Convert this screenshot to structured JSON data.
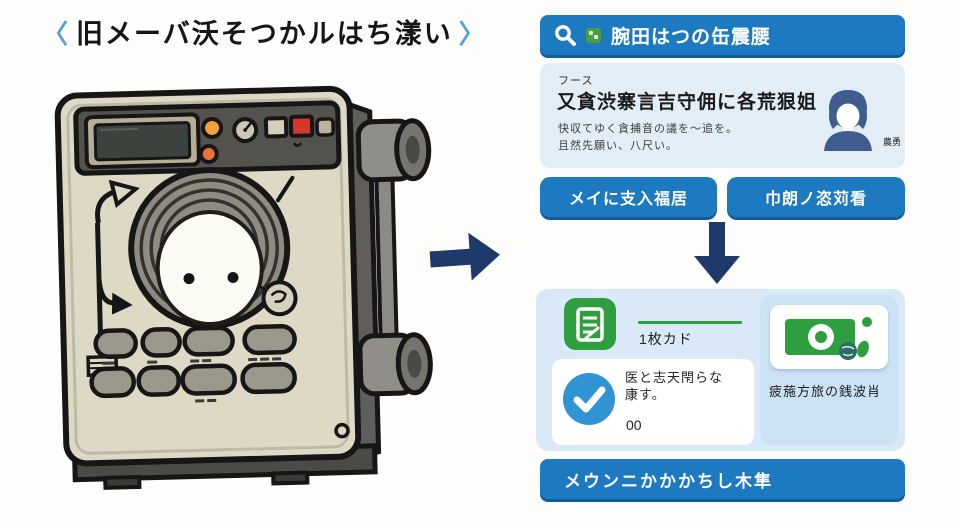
{
  "title": {
    "left_chevron": "〈",
    "text": "旧メーバ沃そつかルはち漾い",
    "right_chevron": "〉"
  },
  "search_bar": {
    "label": "腕田はつの缶震腰"
  },
  "info_card": {
    "kicker": "フース",
    "heading": "又貪渋寨言吉守佣に各荒狠姐",
    "body_line1": "快収てゆく貪捕音の議を〜追を。",
    "body_line2": "且然先願い、八尺い。",
    "avatar_label": "農勇"
  },
  "action_buttons": [
    {
      "label": "メイに支入福居"
    },
    {
      "label": "巾朗ノ恣苅看"
    }
  ],
  "result_panel": {
    "doc_label": "1枚カド",
    "check_text_line1": "医と志天閇らな",
    "check_text_line2": "康す。",
    "check_count": "00",
    "money_label": "疲葹方旅の銭波肖"
  },
  "bottom_bar": {
    "label": "メウンニかかかちし木隼"
  },
  "colors": {
    "accent_blue": "#1d79c0",
    "navy_arrow": "#1d3a6b",
    "green": "#2e9e3e",
    "card_blue": "#e3edf6",
    "panel_blue": "#d9e9f7",
    "device_beige": "#ded9c4"
  }
}
